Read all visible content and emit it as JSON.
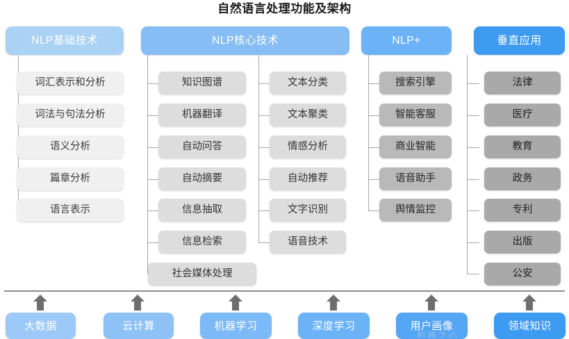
{
  "page_title": "自然语言处理功能及架构",
  "colors": {
    "header_light": "#a9d2f5",
    "header_mid": "#85bdf4",
    "header_mid2": "#6cb2f7",
    "header_deep": "#3d9bf2",
    "leaf_lightest": "#f0f0f0",
    "leaf_light": "#dddddd",
    "leaf_mid": "#b9b9b9",
    "leaf_dark": "#a9a9a9",
    "line": "#a6a6a6",
    "rule": "#8e8e8e",
    "arrow": "#6e6e6e"
  },
  "columns": [
    {
      "header": "NLP基础技术",
      "items": [
        "词汇表示和分析",
        "词法与句法分析",
        "语义分析",
        "篇章分析",
        "语言表示"
      ]
    },
    {
      "header": "NLP核心技术",
      "items": [
        "知识图谱",
        "机器翻译",
        "自动问答",
        "自动摘要",
        "信息抽取",
        "信息检索",
        "社会媒体处理"
      ]
    },
    {
      "header": "",
      "items": [
        "文本分类",
        "文本聚类",
        "情感分析",
        "自动推荐",
        "文字识别",
        "语音技术"
      ]
    },
    {
      "header": "NLP+",
      "items": [
        "搜索引擎",
        "智能客服",
        "商业智能",
        "语音助手",
        "舆情监控"
      ]
    },
    {
      "header": "垂直应用",
      "items": [
        "法律",
        "医疗",
        "教育",
        "政务",
        "专利",
        "出版",
        "公安"
      ]
    }
  ],
  "foundation": {
    "items": [
      "大数据",
      "云计算",
      "机器学习",
      "深度学习",
      "用户画像",
      "领域知识"
    ],
    "arrow_icon": "arrow-up-icon"
  },
  "watermark": "机器之心"
}
